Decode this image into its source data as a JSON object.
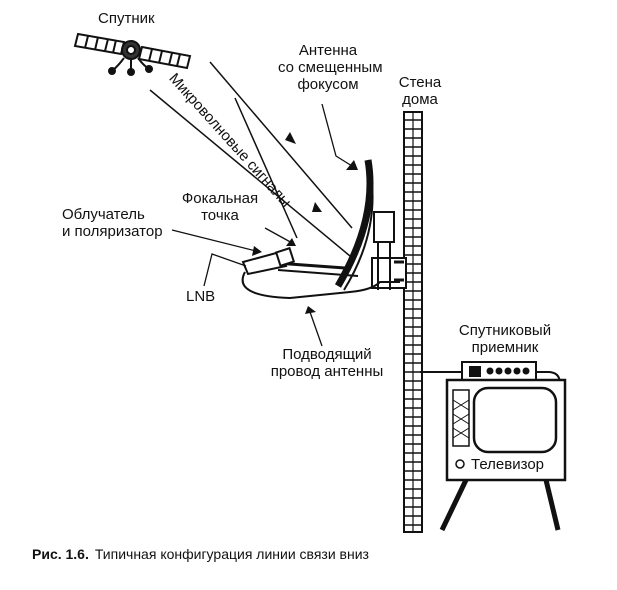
{
  "labels": {
    "satellite": "Спутник",
    "antenna_line1": "Антенна",
    "antenna_line2": "со смещенным",
    "antenna_line3": "фокусом",
    "wall_line1": "Стена",
    "wall_line2": "дома",
    "microwave": "Микроволновые сигналы",
    "focal_line1": "Фокальная",
    "focal_line2": "точка",
    "feed_line1": "Облучатель",
    "feed_line2": "и поляризатор",
    "lnb": "LNB",
    "cable_line1": "Подводящий",
    "cable_line2": "провод антенны",
    "receiver_line1": "Спутниковый",
    "receiver_line2": "приемник",
    "tv": "Телевизор"
  },
  "caption": {
    "prefix": "Рис. 1.6.",
    "text": "Типичная конфигурация линии связи вниз"
  },
  "colors": {
    "ink": "#111111",
    "background": "#ffffff"
  }
}
